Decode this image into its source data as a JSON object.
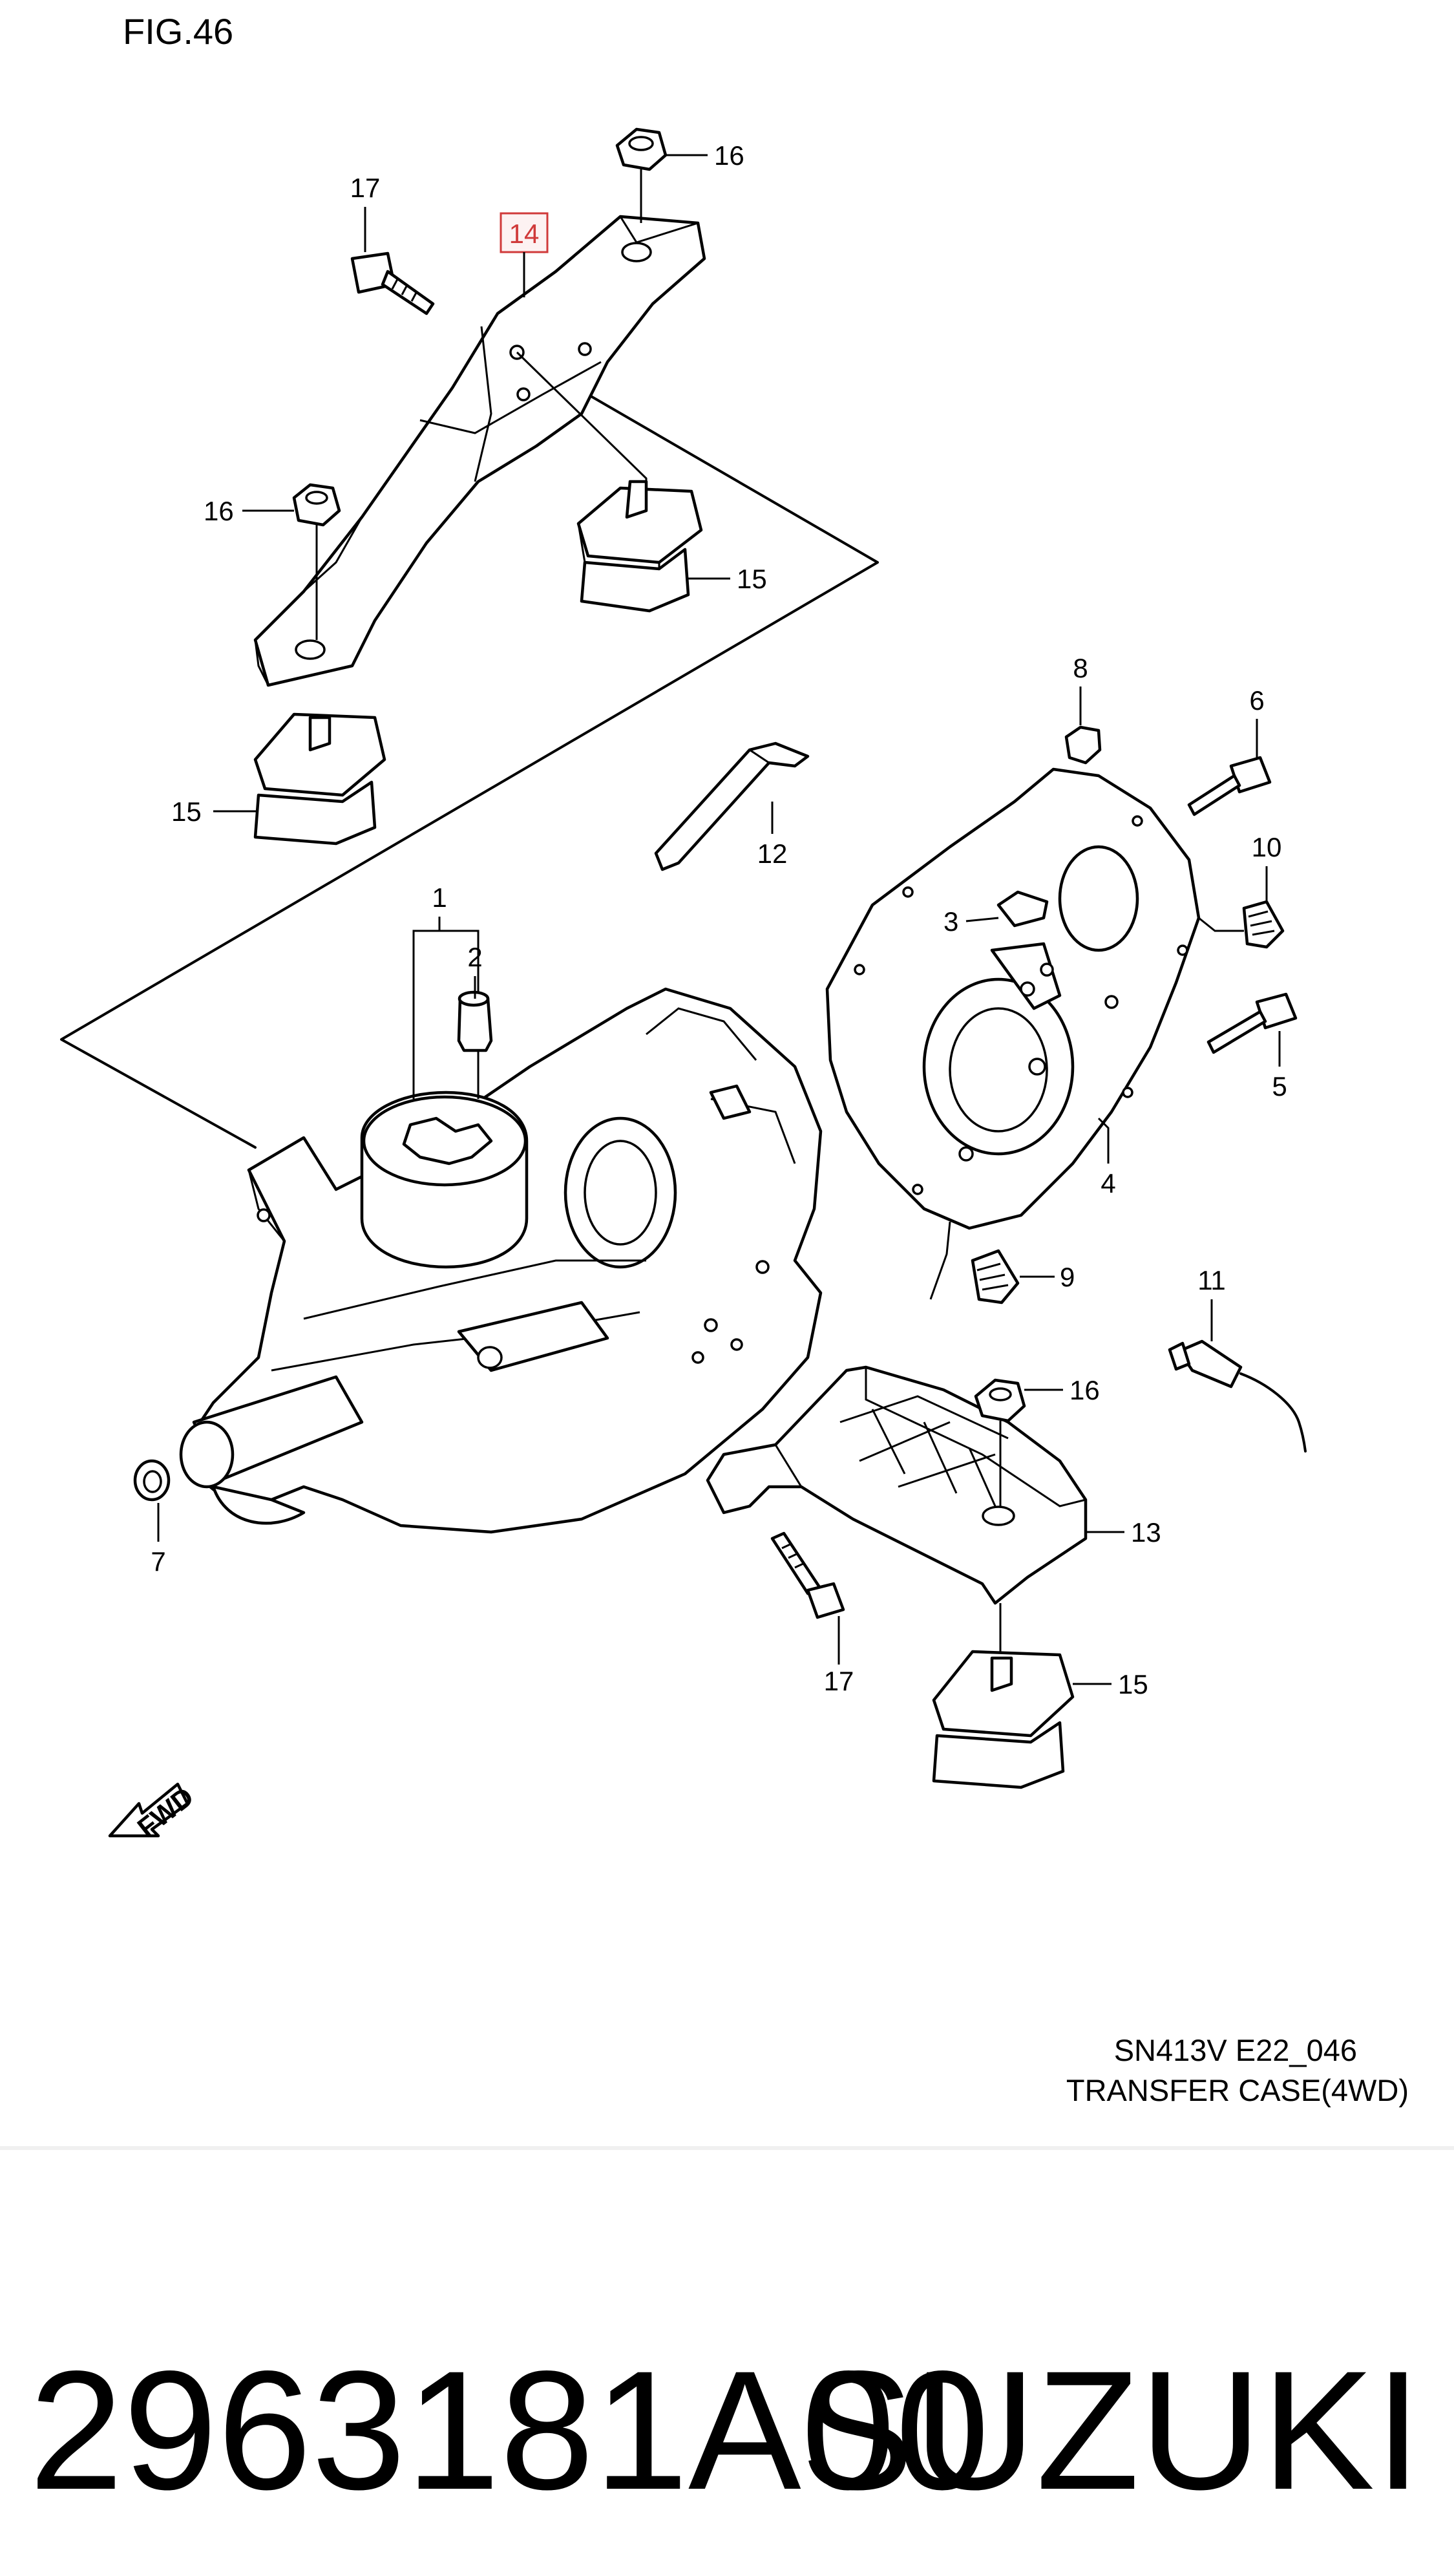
{
  "figure": {
    "label": "FIG.46",
    "model_code": "SN413V E22_046",
    "title": "TRANSFER CASE(4WD)",
    "fwd_arrow": "FWD"
  },
  "part": {
    "number": "2963181A00",
    "brand": "SUZUKI"
  },
  "highlight_color": "#d03a3a",
  "callouts": [
    {
      "id": "14",
      "text": "14",
      "highlighted": true
    },
    {
      "id": "17a",
      "text": "17"
    },
    {
      "id": "16a",
      "text": "16"
    },
    {
      "id": "16b",
      "text": "16"
    },
    {
      "id": "15a",
      "text": "15"
    },
    {
      "id": "15b",
      "text": "15"
    },
    {
      "id": "8",
      "text": "8"
    },
    {
      "id": "6",
      "text": "6"
    },
    {
      "id": "12",
      "text": "12"
    },
    {
      "id": "10",
      "text": "10"
    },
    {
      "id": "3",
      "text": "3"
    },
    {
      "id": "1",
      "text": "1"
    },
    {
      "id": "2",
      "text": "2"
    },
    {
      "id": "5",
      "text": "5"
    },
    {
      "id": "4",
      "text": "4"
    },
    {
      "id": "9",
      "text": "9"
    },
    {
      "id": "11",
      "text": "11"
    },
    {
      "id": "16c",
      "text": "16"
    },
    {
      "id": "13",
      "text": "13"
    },
    {
      "id": "7",
      "text": "7"
    },
    {
      "id": "17b",
      "text": "17"
    },
    {
      "id": "15c",
      "text": "15"
    }
  ]
}
